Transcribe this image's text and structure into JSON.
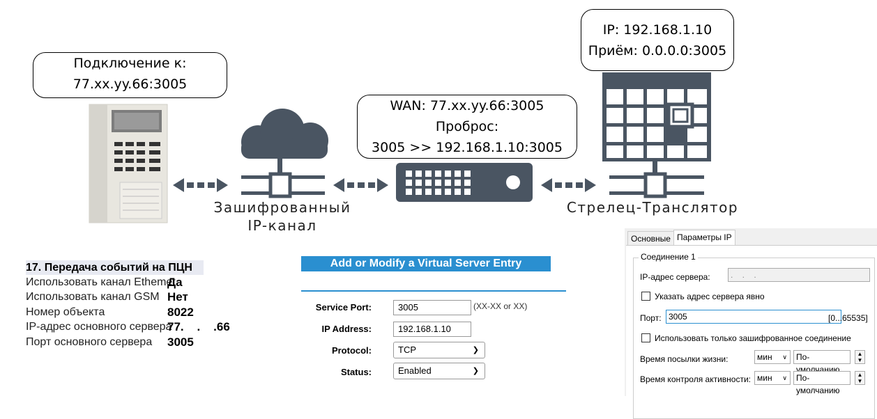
{
  "callouts": {
    "device": [
      "Подключение к:",
      "77.xx.yy.66:3005"
    ],
    "router": [
      "WAN: 77.xx.yy.66:3005",
      "Проброс:",
      "3005 >> 192.168.1.10:3005"
    ],
    "server": [
      "IP: 192.168.1.10",
      "Приём: 0.0.0.0:3005"
    ]
  },
  "captions": {
    "channel": [
      "Зашифрованный",
      "IP-канал"
    ],
    "translator": "Стрелец-Транслятор"
  },
  "events_panel": {
    "title": "17. Передача событий на ПЦН",
    "rows": [
      {
        "label": "Использовать канал Ethemet",
        "value": "Да"
      },
      {
        "label": "Использовать канал GSM",
        "value": "Нет"
      },
      {
        "label": "Номер объекта",
        "value": "8022"
      },
      {
        "label": "IP-адрес основного сервера",
        "value": "77.    .    .66"
      },
      {
        "label": "Порт основного сервера",
        "value": "3005"
      }
    ]
  },
  "router_panel": {
    "title": "Add or Modify a Virtual Server Entry",
    "service_port_label": "Service Port:",
    "service_port_value": "3005",
    "service_port_hint": "(XX-XX or XX)",
    "ip_label": "IP Address:",
    "ip_value": "192.168.1.10",
    "protocol_label": "Protocol:",
    "protocol_value": "TCP",
    "status_label": "Status:",
    "status_value": "Enabled"
  },
  "settings_panel": {
    "tabs": [
      "Основные",
      "Параметры IP"
    ],
    "group_label": "Соединение 1",
    "server_ip_label": "IP-адрес сервера:",
    "server_ip_value": ".    .    .",
    "explicit_label": "Указать адрес сервера явно",
    "port_label": "Порт:",
    "port_value": "3005",
    "port_range": "[0...65535]",
    "encrypted_label": "Использовать только зашифрованное соединение",
    "keepalive_label": "Время посылки жизни:",
    "activity_label": "Время контроля активности:",
    "unit": "мин",
    "default": "По-умолчанию"
  },
  "colors": {
    "icon": "#4a5562",
    "accent": "#2a8fd0"
  }
}
